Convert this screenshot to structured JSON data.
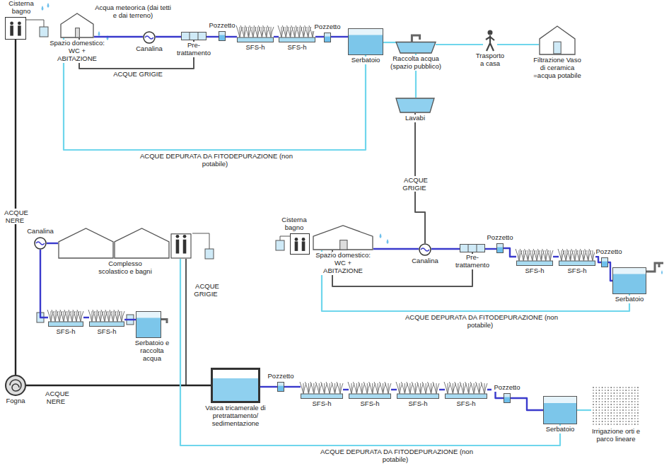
{
  "diagram": {
    "nodes": [
      {
        "text": [
          "Cisterna bagno"
        ]
      },
      {
        "text": [
          "Spazio domestico: WC + ABITAZIONE"
        ]
      },
      {
        "text": [
          "Canalina"
        ]
      },
      {
        "text": [
          "Pre-trattamento"
        ]
      },
      {
        "text": [
          "Pozzetto"
        ]
      },
      {
        "text": [
          "SFS-h"
        ]
      },
      {
        "text": [
          "SFS-h"
        ]
      },
      {
        "text": [
          "Pozzetto"
        ]
      },
      {
        "text": [
          "Serbatoio"
        ]
      },
      {
        "text": [
          "Raccolta acqua (spazio pubblico)"
        ]
      },
      {
        "text": [
          "Trasporto a casa"
        ]
      },
      {
        "text": [
          "Filtrazione Vaso di ceramica =acqua potabile"
        ]
      },
      {
        "text": [
          "Lavabi"
        ]
      },
      {
        "text": [
          "Cisterna bagno"
        ]
      },
      {
        "text": [
          "Spazio domestico: WC + ABITAZIONE"
        ]
      },
      {
        "text": [
          "Canalina"
        ]
      },
      {
        "text": [
          "Pre-trattamento"
        ]
      },
      {
        "text": [
          "Pozzetto"
        ]
      },
      {
        "text": [
          "SFS-h"
        ]
      },
      {
        "text": [
          "SFS-h"
        ]
      },
      {
        "text": [
          "Pozzetto"
        ]
      },
      {
        "text": [
          "Serbatoio"
        ]
      },
      {
        "text": [
          "Canalina"
        ]
      },
      {
        "text": [
          "Complesso scolastico e bagni"
        ]
      },
      {
        "text": [
          "SFS-h"
        ]
      },
      {
        "text": [
          "SFS-h"
        ]
      },
      {
        "text": [
          "Serbatoio e raccolta acqua"
        ]
      },
      {
        "text": [
          "Fogna"
        ]
      },
      {
        "text": [
          "Vasca tricamerale di pretrattamento/ sedimentazione"
        ]
      },
      {
        "text": [
          "Pozzetto"
        ]
      },
      {
        "text": [
          "SFS-h"
        ]
      },
      {
        "text": [
          "SFS-h"
        ]
      },
      {
        "text": [
          "SFS-h"
        ]
      },
      {
        "text": [
          "SFS-h"
        ]
      },
      {
        "text": [
          "Pozzetto"
        ]
      },
      {
        "text": [
          "Serbatoio"
        ]
      },
      {
        "text": [
          "Irrigazione orti e parco lineare"
        ]
      }
    ],
    "edges": [
      {
        "from": 1,
        "to": 2,
        "arrow": "none"
      },
      {
        "from": 2,
        "to": 3,
        "arrow": "none"
      },
      {
        "from": 3,
        "to": 4,
        "arrow": "none"
      },
      {
        "from": 4,
        "to": 5,
        "arrow": "none"
      },
      {
        "from": 5,
        "to": 6,
        "arrow": "none"
      },
      {
        "from": 6,
        "to": 7,
        "arrow": "none"
      },
      {
        "from": 7,
        "to": 8,
        "arrow": "none"
      },
      {
        "from": 8,
        "to": 9,
        "arrow": "none"
      },
      {
        "from": 9,
        "to": 10,
        "arrow": "none"
      },
      {
        "from": 10,
        "to": 11,
        "arrow": "none"
      },
      {
        "from": 9,
        "to": 12,
        "arrow": "none"
      },
      {
        "from": 1,
        "to": 3,
        "label": "ACQUE GRIGIE",
        "arrow": "none"
      },
      {
        "from": 8,
        "to": 1,
        "label": "ACQUE DEPURATA DA FITODEPURAZIONE (non potabile)",
        "arrow": "none"
      },
      {
        "from": 0,
        "to": 27,
        "label": "ACQUE NERE",
        "arrow": "none"
      },
      {
        "from": 12,
        "to": 15,
        "label": "ACQUE GRIGIE",
        "arrow": "none"
      },
      {
        "from": 14,
        "to": 15,
        "arrow": "none"
      },
      {
        "from": 15,
        "to": 16,
        "arrow": "none"
      },
      {
        "from": 16,
        "to": 17,
        "arrow": "none"
      },
      {
        "from": 17,
        "to": 18,
        "arrow": "none"
      },
      {
        "from": 18,
        "to": 19,
        "arrow": "none"
      },
      {
        "from": 19,
        "to": 20,
        "arrow": "none"
      },
      {
        "from": 20,
        "to": 21,
        "arrow": "none"
      },
      {
        "from": 14,
        "to": 16,
        "arrow": "none"
      },
      {
        "from": 21,
        "to": 14,
        "label": "ACQUE DEPURATA DA FITODEPURAZIONE (non potabile)",
        "arrow": "none"
      },
      {
        "from": 23,
        "to": 22,
        "arrow": "none"
      },
      {
        "from": 22,
        "to": 24,
        "arrow": "none"
      },
      {
        "from": 24,
        "to": 25,
        "arrow": "none"
      },
      {
        "from": 25,
        "to": 26,
        "arrow": "none"
      },
      {
        "from": 23,
        "to": 28,
        "label": "ACQUE GRIGIE",
        "arrow": "none"
      },
      {
        "from": 27,
        "to": 28,
        "label": "ACQUE NERE",
        "arrow": "none"
      },
      {
        "from": 28,
        "to": 29,
        "arrow": "none"
      },
      {
        "from": 29,
        "to": 30,
        "arrow": "none"
      },
      {
        "from": 30,
        "to": 31,
        "arrow": "none"
      },
      {
        "from": 31,
        "to": 32,
        "arrow": "none"
      },
      {
        "from": 32,
        "to": 33,
        "arrow": "none"
      },
      {
        "from": 33,
        "to": 34,
        "arrow": "none"
      },
      {
        "from": 34,
        "to": 35,
        "arrow": "none"
      },
      {
        "from": 35,
        "to": 36,
        "arrow": "none"
      },
      {
        "from": 35,
        "to": 23,
        "label": "ACQUE DEPURATA DA FITODEPURAZIONE (non potabile)",
        "arrow": "none"
      }
    ],
    "labels": [
      "Acqua meteorica (dai tetti e dai terreno)"
    ]
  }
}
